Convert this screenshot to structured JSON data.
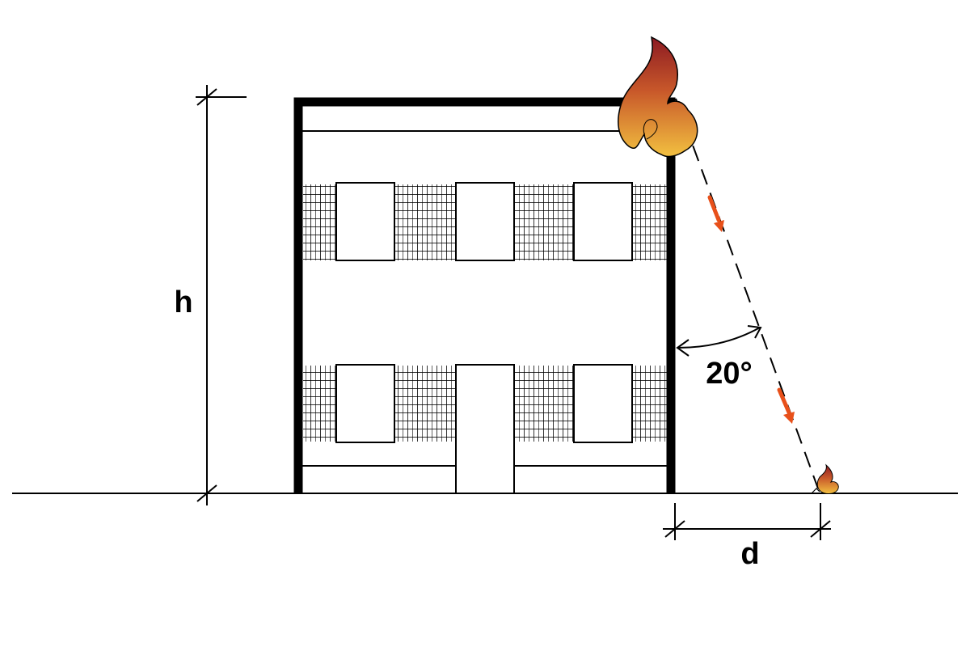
{
  "labels": {
    "height": "h",
    "distance": "d",
    "angle": "20°"
  },
  "colors": {
    "line": "#000000",
    "arrow": "#e8501a",
    "flame_top": "#8c1a22",
    "flame_mid": "#c8582a",
    "flame_bottom": "#f2c040"
  }
}
